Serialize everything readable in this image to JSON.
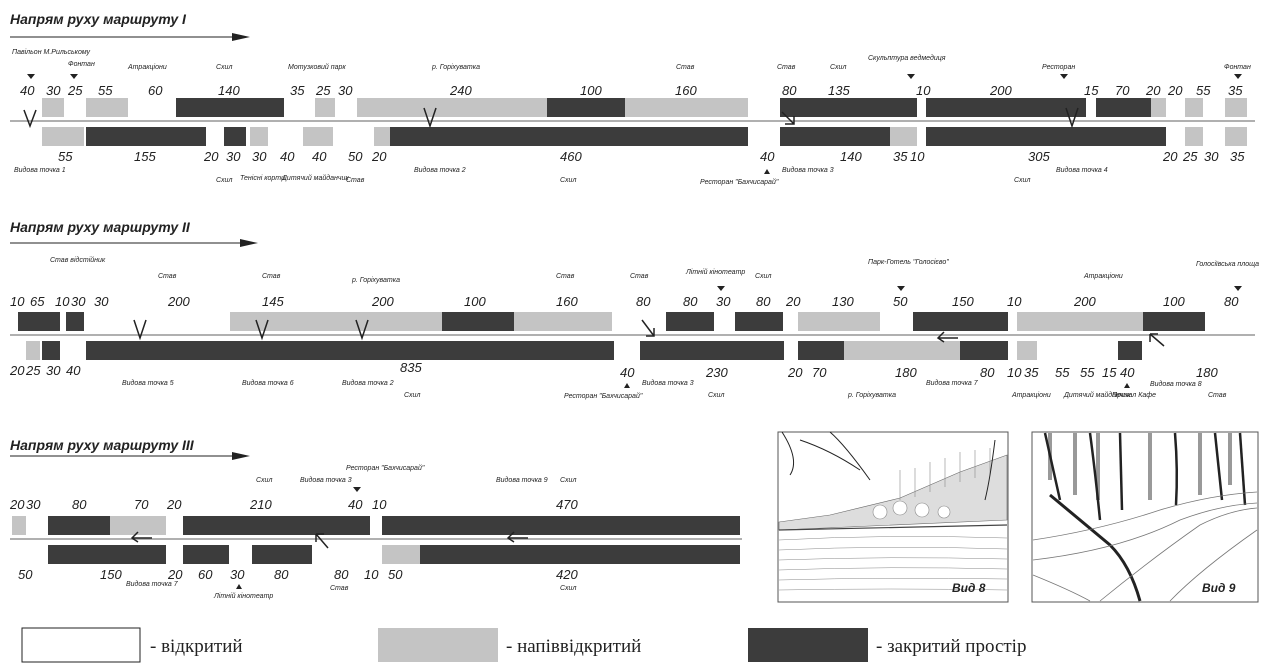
{
  "colors": {
    "open": "#ffffff",
    "semi": "#c4c4c4",
    "closed": "#3c3c3c",
    "axis": "#b0b0b0"
  },
  "route1": {
    "title": "Напрям руху маршруту I",
    "top_labels": [
      "Павільон М.Рильському",
      "Фонтан",
      "Атракціони",
      "Схил",
      "Мотузковий парк",
      "р. Горіхуватка",
      "Став",
      "Став",
      "Схил",
      "Скульптура ведмедиця",
      "Ресторан",
      "Фонтан"
    ],
    "top_numbers": [
      "40",
      "30",
      "25",
      "55",
      "60",
      "140",
      "35",
      "25",
      "30",
      "240",
      "100",
      "160",
      "80",
      "135",
      "10",
      "200",
      "15",
      "70",
      "20",
      "20",
      "55",
      "35"
    ],
    "bottom_numbers": [
      "55",
      "155",
      "20",
      "30",
      "30",
      "40",
      "40",
      "50",
      "20",
      "460",
      "40",
      "140",
      "35",
      "10",
      "305",
      "20",
      "25",
      "30",
      "35"
    ],
    "bottom_labels": [
      "Видова точка 1",
      "Схил",
      "Тенісні корти",
      "Дитячий майданчик",
      "Став",
      "Видова точка 2",
      "Схил",
      "Ресторан \"Бахчисарай\"",
      "Видова точка 3",
      "Схил",
      "Видова точка 4"
    ]
  },
  "route2": {
    "title": "Напрям руху маршруту II",
    "top_labels": [
      "Став відстійник",
      "Став",
      "Став",
      "р. Горіхуватка",
      "Став",
      "Став",
      "Літній кінотеатр",
      "Схил",
      "Парк-Готель \"Голосієво\"",
      "Атракціони",
      "Голосіївська площа"
    ],
    "top_numbers": [
      "10",
      "65",
      "10",
      "30",
      "30",
      "200",
      "145",
      "200",
      "100",
      "160",
      "80",
      "80",
      "30",
      "80",
      "20",
      "130",
      "50",
      "150",
      "10",
      "200",
      "100",
      "80"
    ],
    "bottom_numbers": [
      "20",
      "25",
      "30",
      "40",
      "835",
      "40",
      "230",
      "20",
      "70",
      "180",
      "80",
      "10",
      "35",
      "55",
      "55",
      "15",
      "40",
      "180"
    ],
    "bottom_labels": [
      "Видова точка 5",
      "Видова точка 6",
      "Видова точка 2",
      "Схил",
      "Ресторан \"Бахчисарай\"",
      "Видова точка 3",
      "Схил",
      "р. Горіхуватка",
      "Видова точка 7",
      "Атракціони",
      "Дитячий майданчик",
      "Причал Кафе",
      "Видова точка 8",
      "Став"
    ]
  },
  "route3": {
    "title": "Напрям руху маршруту III",
    "top_labels": [
      "Схил",
      "Видова точка 3",
      "Ресторан \"Бахчисарай\"",
      "Видова точка 9",
      "Схил"
    ],
    "top_numbers": [
      "20",
      "30",
      "80",
      "70",
      "20",
      "210",
      "40",
      "10",
      "470"
    ],
    "bottom_numbers": [
      "50",
      "150",
      "20",
      "60",
      "30",
      "80",
      "80",
      "10",
      "50",
      "420"
    ],
    "bottom_labels": [
      "Видова точка 7",
      "Літній кінотеатр",
      "Став",
      "Схил"
    ]
  },
  "views": {
    "v8": "Вид 8",
    "v9": "Вид 9"
  },
  "legend": {
    "open": "- відкритий",
    "semi": "- напіввідкритий",
    "closed": "- закритий простір"
  }
}
